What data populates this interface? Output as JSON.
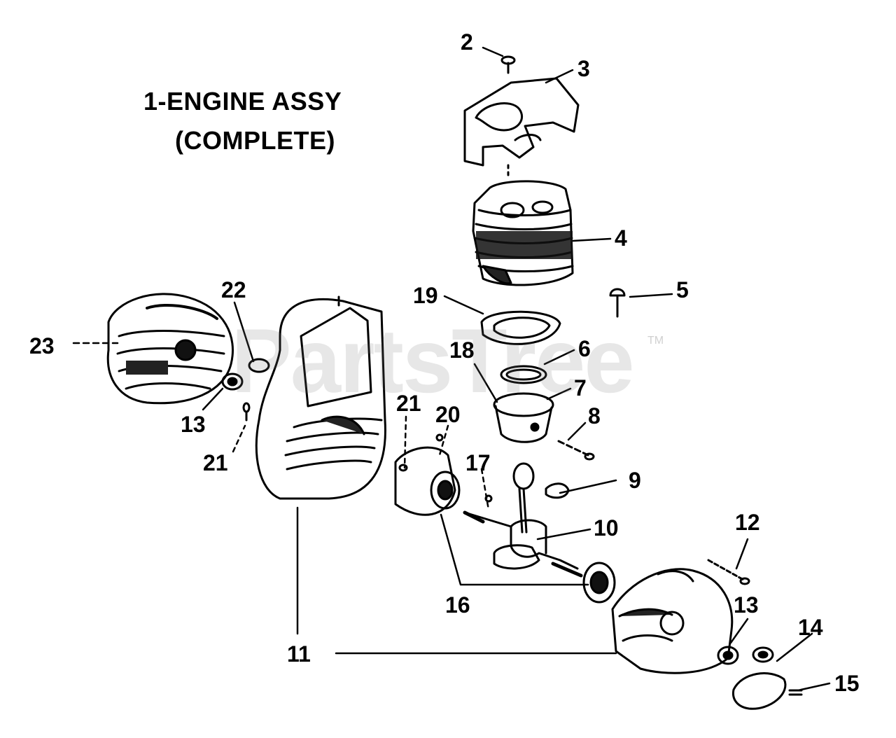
{
  "diagram": {
    "title_line1": "1-ENGINE ASSY",
    "title_line2": "(COMPLETE)",
    "watermark": "PartsTree",
    "trademark": "TM",
    "callouts": [
      "2",
      "3",
      "4",
      "5",
      "19",
      "6",
      "18",
      "7",
      "8",
      "22",
      "23",
      "13",
      "21",
      "21",
      "20",
      "17",
      "9",
      "10",
      "12",
      "16",
      "13",
      "14",
      "15",
      "11"
    ]
  }
}
